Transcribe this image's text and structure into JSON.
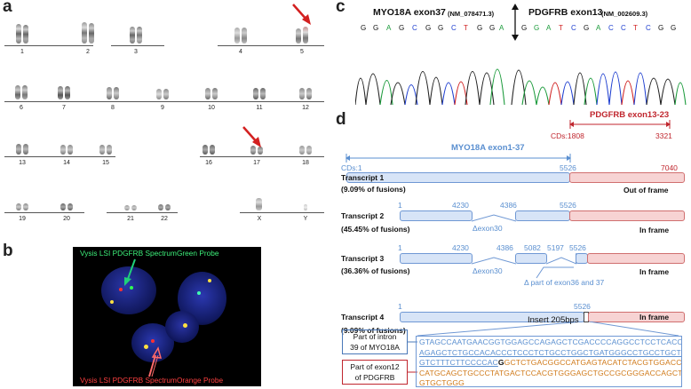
{
  "panels": {
    "a": "a",
    "b": "b",
    "c": "c",
    "d": "d"
  },
  "karyotype": {
    "row1": [
      "1",
      "2",
      "3",
      "4",
      "5"
    ],
    "row2": [
      "6",
      "7",
      "8",
      "9",
      "10",
      "11",
      "12"
    ],
    "row3": [
      "13",
      "14",
      "15",
      "16",
      "17",
      "18"
    ],
    "row4": [
      "19",
      "20",
      "21",
      "22",
      "X",
      "Y"
    ]
  },
  "fish": {
    "green_label": "Vysis LSI PDGFRB SpectrumGreen Probe",
    "orange_label": "Vysis LSI PDGFRB SpectrumOrange Probe"
  },
  "chromatogram": {
    "left_gene": "MYO18A exon37",
    "left_acc": "(NM_078471.3)",
    "right_gene": "PDGFRB exon13",
    "right_acc": "(NM_002609.3)",
    "bases": [
      "G",
      "G",
      "A",
      "G",
      "C",
      "G",
      "G",
      "C",
      "T",
      "G",
      "G",
      "A",
      "G",
      "G",
      "A",
      "T",
      "C",
      "G",
      "A",
      "C",
      "C",
      "T",
      "C",
      "G",
      "G"
    ]
  },
  "diagram": {
    "pdgfrb_title": "PDGFRB exon13-23",
    "myo_title": "MYO18A exon1-37",
    "cds_pdgfrb": "CDs:1808",
    "pdgfrb_end": "3321",
    "cds_myo": "CDs:1",
    "myo_end": "5526",
    "transcripts": [
      {
        "name": "Transcript 1",
        "pct": "(9.09% of fusions)",
        "status": "Out of frame",
        "n1": "1",
        "n2": "5526",
        "n3": "7040"
      },
      {
        "name": "Transcript 2",
        "pct": "(45.45% of fusions)",
        "status": "In frame",
        "n1": "1",
        "n2": "4230",
        "n3": "4386",
        "n4": "5526",
        "del": "Δexon30"
      },
      {
        "name": "Transcript 3",
        "pct": "(36.36% of fusions)",
        "status": "In frame",
        "n1": "1",
        "n2": "4230",
        "n3": "4386",
        "n4": "5082",
        "n5": "5197",
        "n6": "5526",
        "del": "Δexon30",
        "del2": "Δ part of exon36 and 37"
      },
      {
        "name": "Transcript 4",
        "pct": "(9.09% of fusions)",
        "status": "In frame",
        "n1": "1",
        "n2": "5526"
      }
    ],
    "insert": "Insert 205bps",
    "intron_label_1": "Part of intron",
    "intron_label_2": "39 of MYO18A",
    "exon_label_1": "Part of exon12",
    "exon_label_2": "of PDGFRB",
    "seq_blue_1": "GTAGCCAATGAACGGTGGAGCCAGAGCTCGACCCCAGGCCTCCTCACCC",
    "seq_blue_2": "AGAGCTCTGCCACACCCTCCCTCTGCCTGGCTGATGGGCCTGCCTGCTGT",
    "seq_mixed_blue": "GTCTTTCTTCCCCAC",
    "seq_mixed_black": "G",
    "seq_mixed_orange": "GCTCTGACGGCCATGAGTACATCTACGTGGACCC",
    "seq_orange_1": "CATGCAGCTGCCCTATGACTCCACGTGGGAGCTGCCGCGGGACCAGCTT",
    "seq_orange_2": "GTGCTGGG"
  },
  "colors": {
    "myo_blue": "#5a8fd0",
    "pdgfrb_red": "#c0262e",
    "seq_orange": "#d07a1a"
  }
}
